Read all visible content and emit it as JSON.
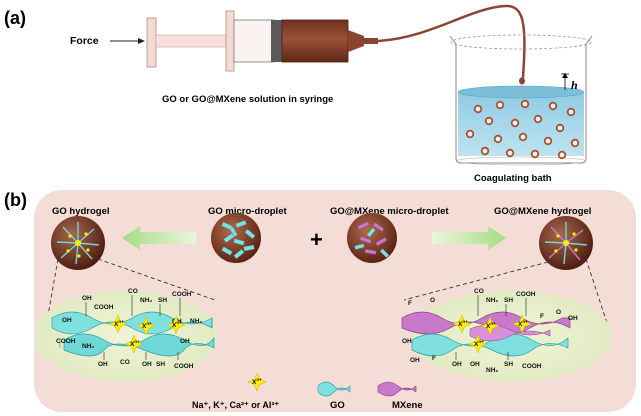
{
  "panel_a": {
    "label": "(a)",
    "force": "Force",
    "syringe_caption": "GO or GO@MXene  solution in syringe",
    "bath_caption": "Coagulating bath",
    "height_symbol": "h"
  },
  "panel_b": {
    "label": "(b)",
    "go_hydrogel": "GO hydrogel",
    "go_droplet": "GO micro-droplet",
    "plus": "+",
    "gomx_droplet": "GO@MXene micro-droplet",
    "gomx_hydrogel": "GO@MXene hydrogel",
    "ion_label": "X",
    "ion_sup": "n+",
    "legend": {
      "ions": "Na⁺, K⁺, Ca²⁺ or Al³⁺",
      "go": "GO",
      "mxene": "MXene"
    }
  },
  "functional_groups": {
    "oh": "OH",
    "cooh": "COOH",
    "co": "CO",
    "nh2": "NH₂",
    "sh": "SH",
    "f": "F",
    "o": "O"
  },
  "colors": {
    "syringe_barrel": "#8b4a35",
    "plunger": "#f5d9d4",
    "bath_water": "#a9d8ea",
    "droplet": "#a15438",
    "panel_b_bg": "#f4ddd6",
    "go_sheet": "#7fe0e0",
    "mxene_sheet": "#c979c9",
    "ion_star": "#ffee00",
    "arrow": "#b7e39c"
  }
}
